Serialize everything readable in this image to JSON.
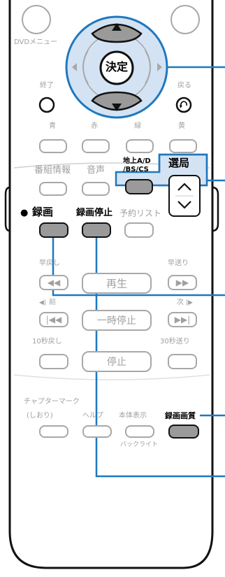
{
  "top": {
    "dvd_menu_label": "DVDメニュー",
    "enter_label": "決定"
  },
  "nav": {
    "exit_label": "終了",
    "back_label": "戻る"
  },
  "color_keys": {
    "blue": "青",
    "red": "赤",
    "green": "緑",
    "yellow": "黄"
  },
  "mid_row": {
    "program_info": "番組情報",
    "audio": "音声",
    "terrestrial_line1": "地上A/D",
    "terrestrial_line2": "/BS/CS",
    "channel_select": "選局"
  },
  "record_row": {
    "record_mark": "●",
    "record": "録画",
    "record_stop": "録画停止",
    "reserve_list": "予約リスト"
  },
  "playback": {
    "rewind": "早戻し",
    "fast_forward": "早送り",
    "play": "再生",
    "pause": "一時停止",
    "stop": "停止",
    "prev_mark": "◀|",
    "prev": "前",
    "next": "次",
    "next_mark": "|▶",
    "skip_back": "10秒戻し",
    "skip_forward": "30秒送り"
  },
  "bottom": {
    "chapter_mark": "チャプターマーク",
    "bookmark": "(しおり)",
    "help": "ヘルプ",
    "unit_display": "本体表示",
    "record_quality": "録画画質",
    "backlight": "バックライト"
  },
  "colors": {
    "highlight_blue": "#1e78bf",
    "dpad_fill": "#d4e3f3",
    "dark_button": "#111111",
    "light_grey": "#a8a8a8"
  }
}
